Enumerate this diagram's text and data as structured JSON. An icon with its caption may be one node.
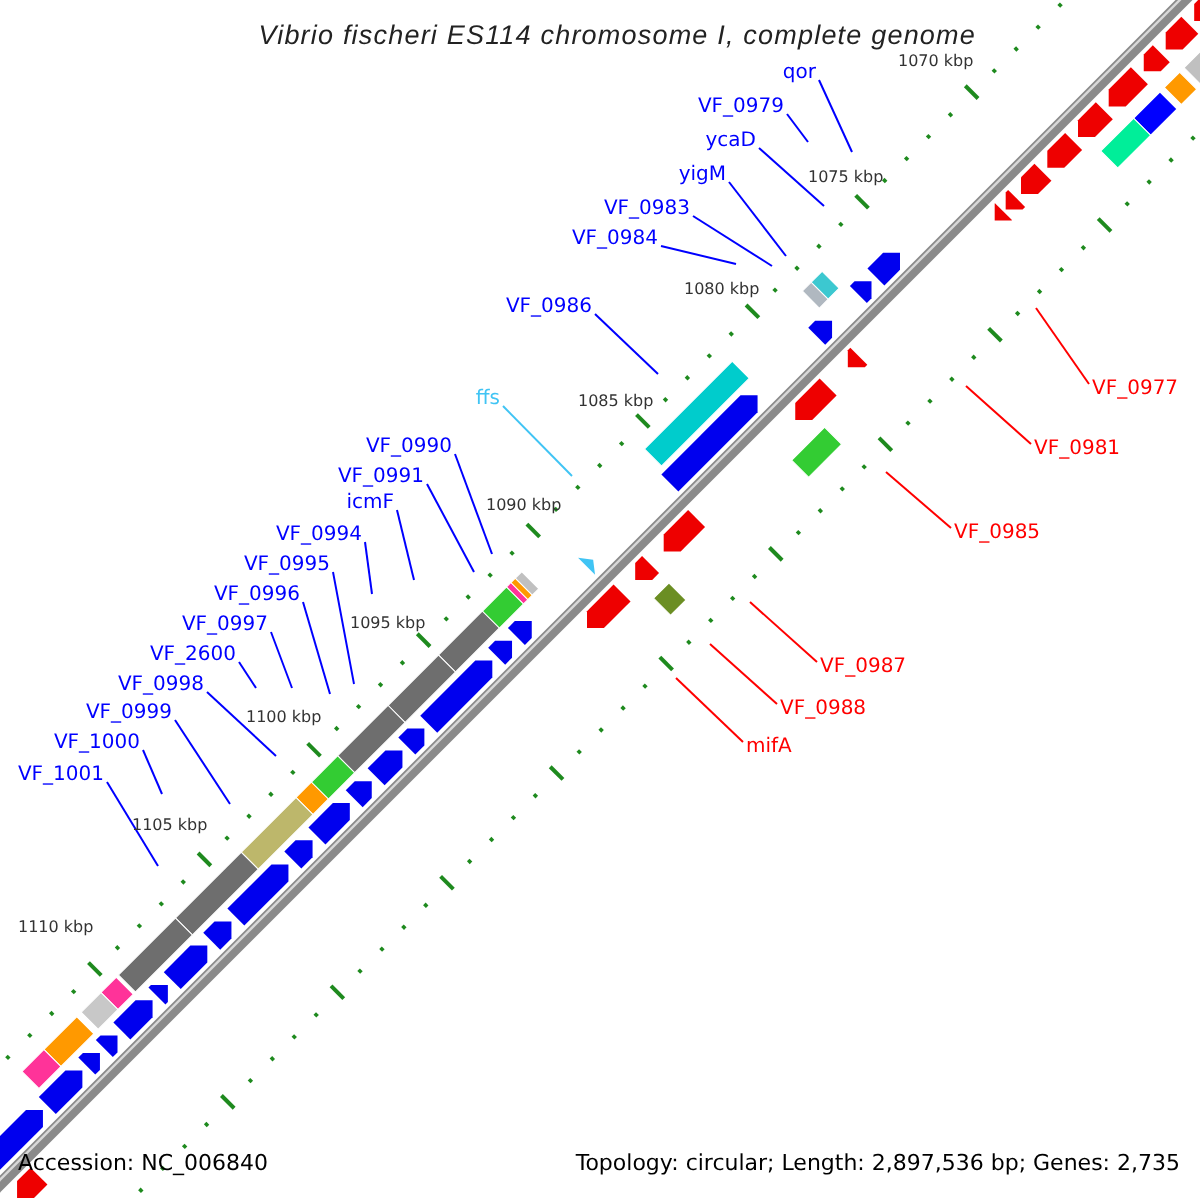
{
  "diagram": {
    "title": "Vibrio fischeri ES114 chromosome I, complete genome",
    "nodes": [
      {
        "text": [
          "qor"
        ]
      },
      {
        "text": [
          "VF_0979"
        ]
      },
      {
        "text": [
          "ycaD"
        ]
      },
      {
        "text": [
          "yigM"
        ]
      },
      {
        "text": [
          "VF_0983"
        ]
      },
      {
        "text": [
          "VF_0984"
        ]
      },
      {
        "text": [
          "VF_0986"
        ]
      },
      {
        "text": [
          "VF_0977"
        ]
      },
      {
        "text": [
          "ffs"
        ]
      },
      {
        "text": [
          "VF_0990"
        ]
      },
      {
        "text": [
          "VF_0981"
        ]
      },
      {
        "text": [
          "VF_0991"
        ]
      },
      {
        "text": [
          "icmF"
        ]
      },
      {
        "text": [
          "VF_0985"
        ]
      },
      {
        "text": [
          "VF_0994"
        ]
      },
      {
        "text": [
          "VF_0995"
        ]
      },
      {
        "text": [
          "VF_0996"
        ]
      },
      {
        "text": [
          "VF_0997"
        ]
      },
      {
        "text": [
          "VF_2600"
        ]
      },
      {
        "text": [
          "VF_0987"
        ]
      },
      {
        "text": [
          "VF_0998"
        ]
      },
      {
        "text": [
          "VF_0988"
        ]
      },
      {
        "text": [
          "VF_0999"
        ]
      },
      {
        "text": [
          "VF_1000"
        ]
      },
      {
        "text": [
          "mifA"
        ]
      },
      {
        "text": [
          "VF_1001"
        ]
      }
    ],
    "edges": [
      {
        "from": 0,
        "to": null,
        "arrow": "none"
      },
      {
        "from": 1,
        "to": null,
        "arrow": "none"
      },
      {
        "from": 2,
        "to": null,
        "arrow": "none"
      },
      {
        "from": 3,
        "to": null,
        "arrow": "none"
      },
      {
        "from": 4,
        "to": null,
        "arrow": "none"
      },
      {
        "from": 5,
        "to": null,
        "arrow": "none"
      },
      {
        "from": 6,
        "to": null,
        "arrow": "none"
      },
      {
        "from": 7,
        "to": null,
        "arrow": "none",
        "color": "#ff0000"
      },
      {
        "from": 8,
        "to": null,
        "arrow": "none",
        "color": "#40c4f4"
      },
      {
        "from": 9,
        "to": null,
        "arrow": "none"
      },
      {
        "from": 10,
        "to": null,
        "arrow": "none",
        "color": "#ff0000"
      },
      {
        "from": 11,
        "to": null,
        "arrow": "none"
      },
      {
        "from": 12,
        "to": null,
        "arrow": "none"
      },
      {
        "from": 13,
        "to": null,
        "arrow": "none",
        "color": "#ff0000"
      },
      {
        "from": 14,
        "to": null,
        "arrow": "none"
      },
      {
        "from": 15,
        "to": null,
        "arrow": "none"
      },
      {
        "from": 16,
        "to": null,
        "arrow": "none"
      },
      {
        "from": 17,
        "to": null,
        "arrow": "none"
      },
      {
        "from": 18,
        "to": null,
        "arrow": "none"
      },
      {
        "from": 19,
        "to": null,
        "arrow": "none",
        "color": "#ff0000"
      },
      {
        "from": 20,
        "to": null,
        "arrow": "none"
      },
      {
        "from": 21,
        "to": null,
        "arrow": "none",
        "color": "#ff0000"
      },
      {
        "from": 22,
        "to": null,
        "arrow": "none"
      },
      {
        "from": 23,
        "to": null,
        "arrow": "none"
      },
      {
        "from": 24,
        "to": null,
        "arrow": "none",
        "color": "#ff0000"
      },
      {
        "from": 25,
        "to": null,
        "arrow": "none"
      }
    ],
    "labels": [
      "1070 kbp",
      "1075 kbp",
      "1080 kbp",
      "1085 kbp",
      "1090 kbp",
      "1095 kbp",
      "1100 kbp",
      "1105 kbp",
      "1110 kbp",
      "Accession: NC_006840",
      "Topology: circular; Length: 2,897,536 bp; Genes: 2,735"
    ]
  }
}
